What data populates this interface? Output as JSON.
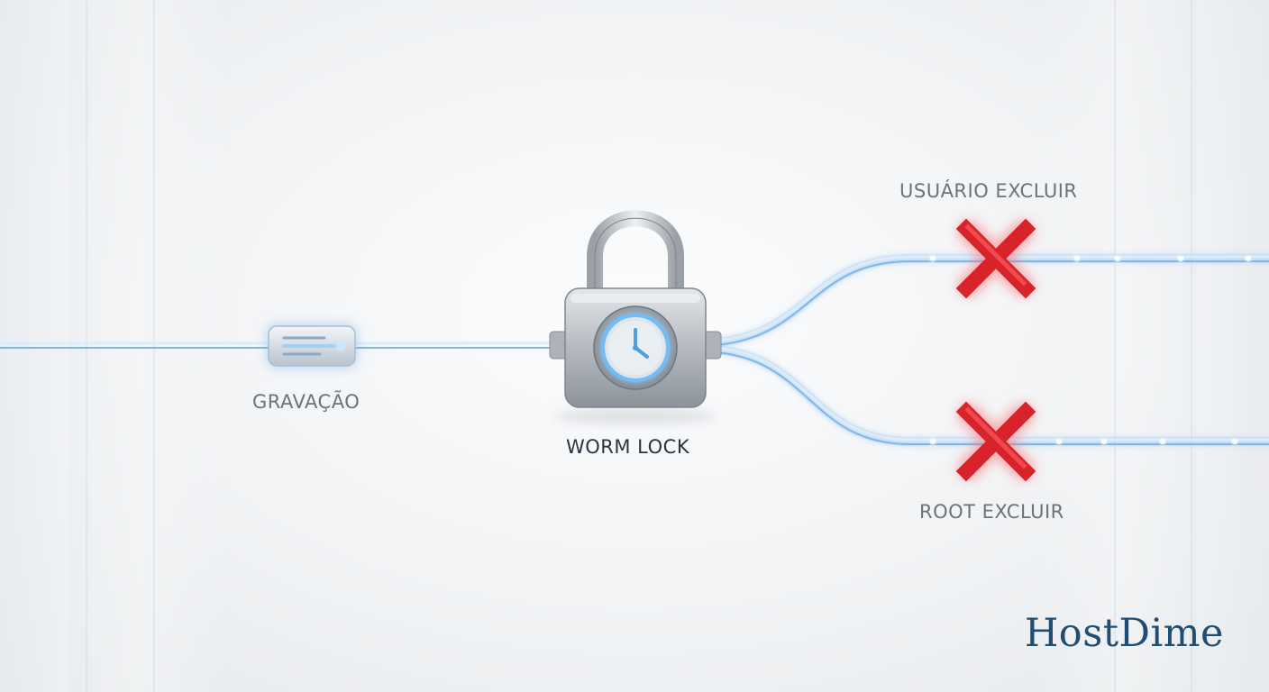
{
  "labels": {
    "write": "GRAVAÇÃO",
    "lock": "WORM LOCK",
    "user_delete": "USUÁRIO EXCLUIR",
    "root_delete": "ROOT EXCLUIR"
  },
  "brand": "HostDime",
  "icons": {
    "lock": "padlock-clock-icon",
    "write_packet": "data-packet-icon",
    "blocked": "red-x-icon"
  },
  "colors": {
    "line": "#8fc3f2",
    "glow": "#5aaef5",
    "blocked": "#e1262d",
    "brand": "#1f4d73"
  }
}
